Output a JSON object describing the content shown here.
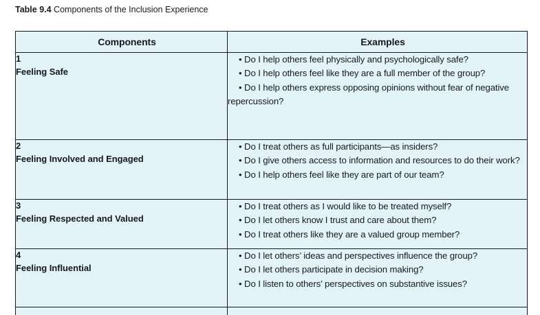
{
  "caption": {
    "label": "Table 9.4",
    "text": " Components of the Inclusion Experience"
  },
  "table": {
    "headers": {
      "components": "Components",
      "examples": "Examples"
    },
    "bullet_glyph": "•",
    "colors": {
      "cell_background": "#e2f4f7",
      "border": "#16191c",
      "text": "#16191c",
      "page_background": "#ffffff"
    },
    "rows": [
      {
        "number": "1",
        "name": "Feeling Safe",
        "examples": [
          "Do I help others feel physically and psychologically safe?",
          "Do I help others feel like they are a full member of the group?",
          "Do I help others express opposing opinions without fear of negative repercussion?"
        ]
      },
      {
        "number": "2",
        "name": "Feeling Involved and Engaged",
        "examples": [
          "Do I treat others as full participants—as insiders?",
          "Do I give others access to information and resources to do their work?",
          "Do I help others feel like they are part of our team?"
        ]
      },
      {
        "number": "3",
        "name": "Feeling Respected and Valued",
        "examples": [
          "Do I treat others as I would like to be treated myself?",
          "Do I let others know I trust and care about them?",
          "Do I treat others like they are a valued group member?"
        ]
      },
      {
        "number": "4",
        "name": "Feeling Influential",
        "examples": [
          "Do I let others’ ideas and perspectives influence the group?",
          "Do I let others participate in decision making?",
          "Do I listen to others’ perspectives on substantive issues?"
        ]
      },
      {
        "number": "",
        "name": "",
        "examples": []
      }
    ]
  }
}
